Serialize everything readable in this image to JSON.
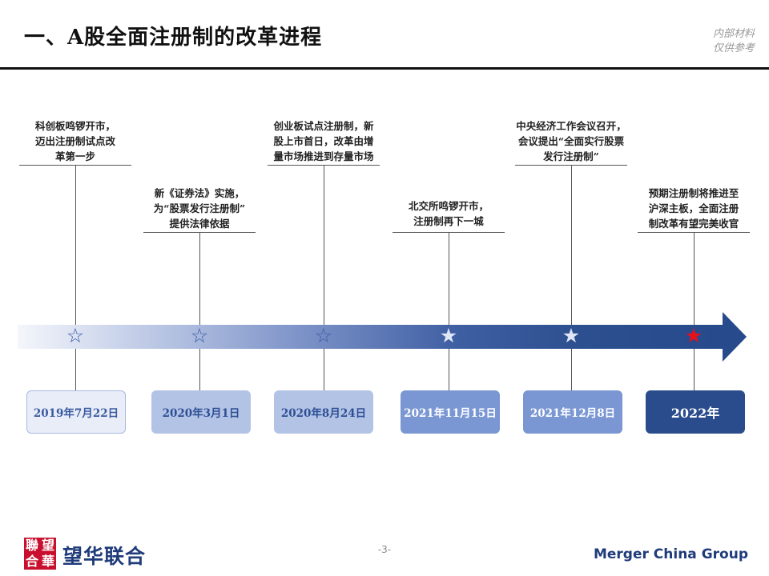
{
  "header": {
    "title": "一、A股全面注册制的改革进程",
    "note_line1": "内部材料",
    "note_line2": "仅供参考"
  },
  "timeline": {
    "events": [
      {
        "lines": [
          "科创板鸣锣开市，",
          "迈出注册制试点改",
          "革第一步"
        ],
        "date": "2019年7月22日",
        "star": "outline"
      },
      {
        "lines": [
          "新《证券法》实施，",
          "为“股票发行注册制”",
          "提供法律依据"
        ],
        "date": "2020年3月1日",
        "star": "outline"
      },
      {
        "lines": [
          "创业板试点注册制，新",
          "股上市首日，改革由增",
          "量市场推进到存量市场"
        ],
        "date": "2020年8月24日",
        "star": "outline"
      },
      {
        "lines": [
          "北交所鸣锣开市，",
          "注册制再下一城"
        ],
        "date": "2021年11月15日",
        "star": "filled"
      },
      {
        "lines": [
          "中央经济工作会议召开，",
          "会议提出“全面实行股票",
          "发行注册制”"
        ],
        "date": "2021年12月8日",
        "star": "filled"
      },
      {
        "lines": [
          "预期注册制将推进至",
          "沪深主板，全面注册",
          "制改革有望完美收官"
        ],
        "date": "2022年",
        "star": "red"
      }
    ],
    "colors": {
      "box_fills": [
        "#e8edf8",
        "#b3c3e6",
        "#b3c3e6",
        "#7a97d3",
        "#7a97d3",
        "#2b4c8c"
      ],
      "box_text": [
        "#3a5aa0",
        "#2e4f94",
        "#2e4f94",
        "#ffffff",
        "#ffffff",
        "#ffffff"
      ],
      "star_red": "#e8101a",
      "arrow_dark": "#264a8c"
    }
  },
  "footer": {
    "page_number": "-3-",
    "brand_cn": "望华联合",
    "brand_en": "Merger China Group",
    "seal_chars": [
      "聯",
      "望",
      "合",
      "華"
    ]
  }
}
